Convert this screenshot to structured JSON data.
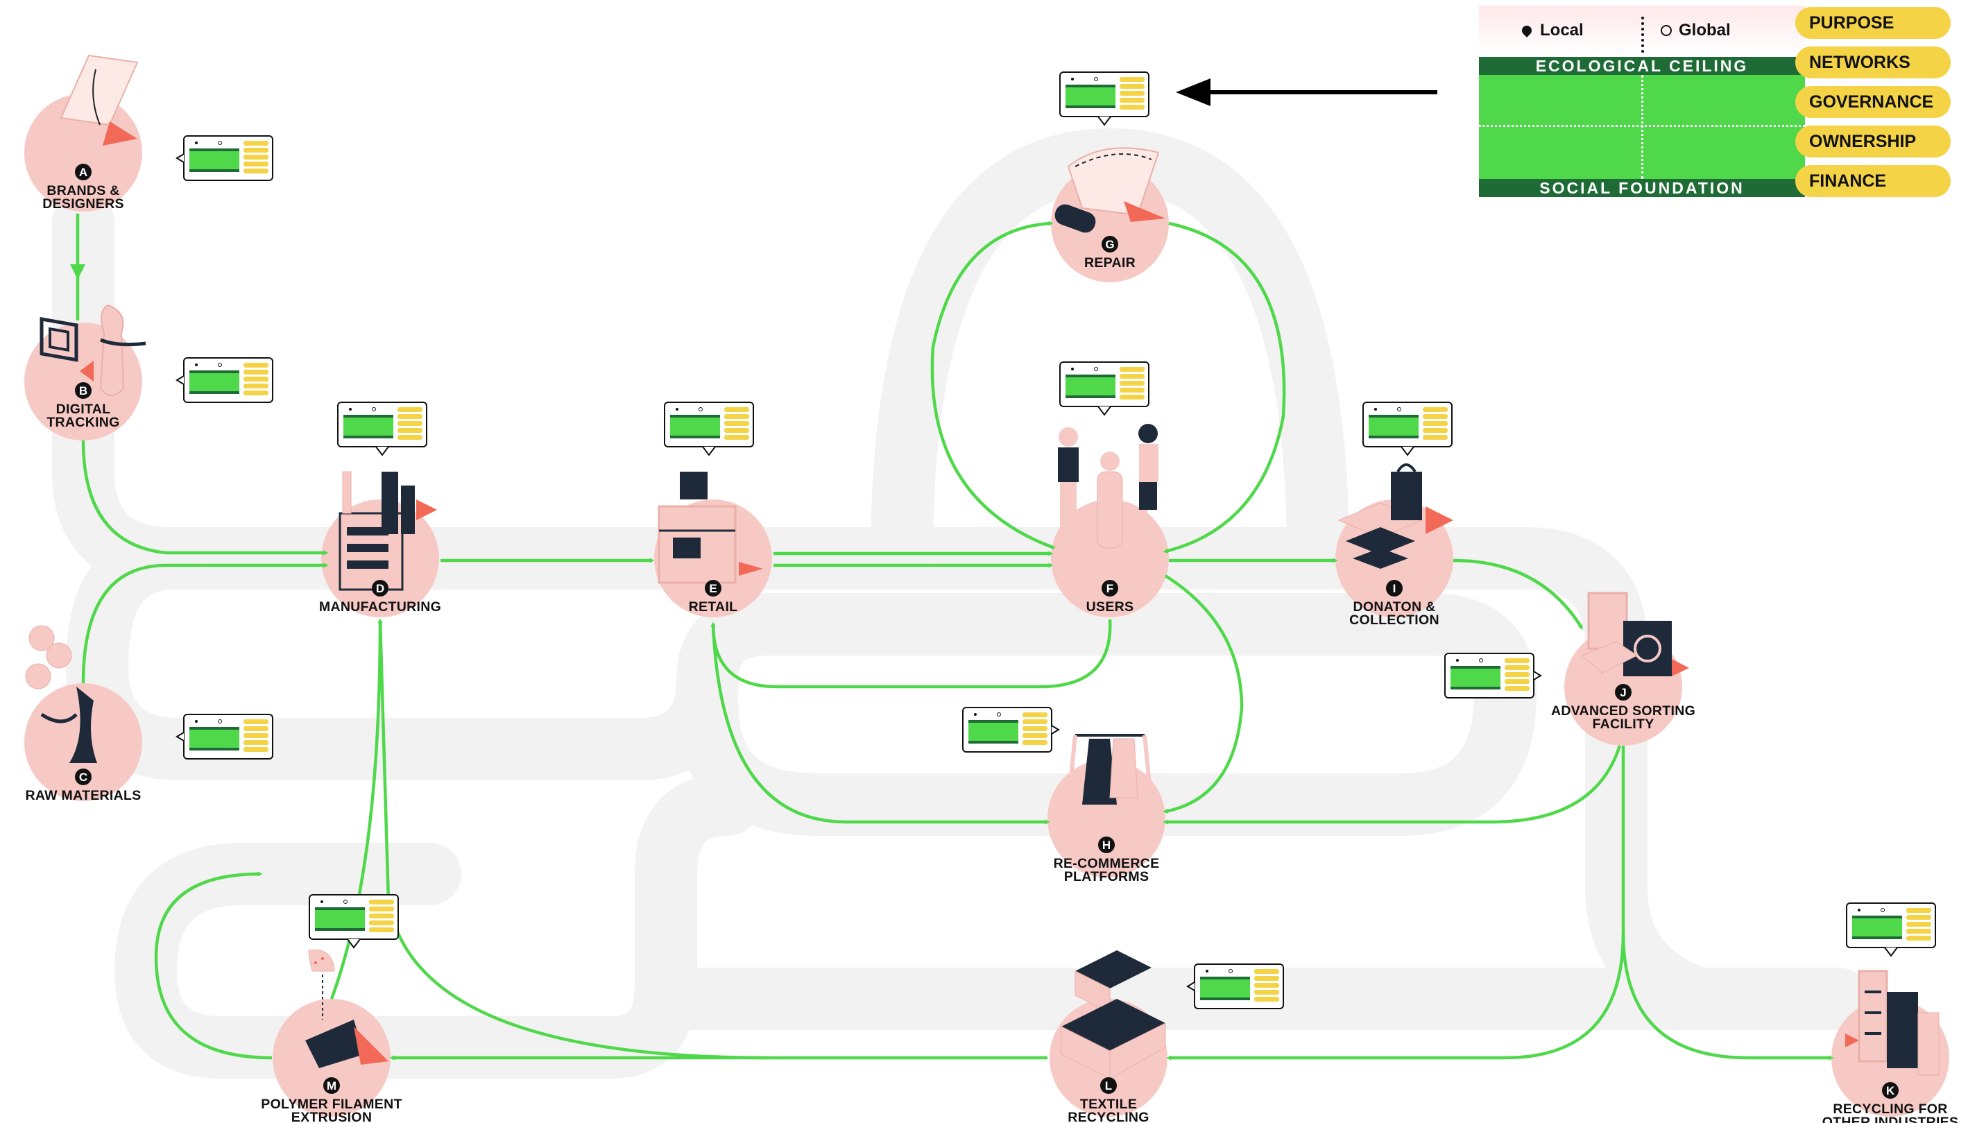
{
  "colors": {
    "flow": "#4fd84a",
    "track": "#f2f2f2",
    "node": "#f6c9c5",
    "accent": "#f26a57",
    "dark": "#1e2a3a",
    "ceiling_band": "#1e6b36",
    "space_green": "#4fd84a",
    "tag_yellow": "#f4d347"
  },
  "legend": {
    "local": "Local",
    "global": "Global",
    "local_icon": "map-pin-icon",
    "global_icon": "globe-icon",
    "ecological_ceiling": "ECOLOGICAL CEILING",
    "social_foundation": "SOCIAL FOUNDATION"
  },
  "categories": [
    "PURPOSE",
    "NETWORKS",
    "GOVERNANCE",
    "OWNERSHIP",
    "FINANCE"
  ],
  "nodes": [
    {
      "letter": "A",
      "label": [
        "BRANDS &",
        "DESIGNERS"
      ],
      "icon": "designer-sketch-icon"
    },
    {
      "letter": "B",
      "label": [
        "DIGITAL",
        "TRACKING"
      ],
      "icon": "tracking-tag-icon"
    },
    {
      "letter": "C",
      "label": [
        "RAW MATERIALS"
      ],
      "icon": "cotton-plant-icon"
    },
    {
      "letter": "D",
      "label": [
        "MANUFACTURING"
      ],
      "icon": "factory-icon"
    },
    {
      "letter": "E",
      "label": [
        "RETAIL"
      ],
      "icon": "store-icon"
    },
    {
      "letter": "F",
      "label": [
        "USERS"
      ],
      "icon": "people-icon"
    },
    {
      "letter": "G",
      "label": [
        "REPAIR"
      ],
      "icon": "sewing-needle-icon"
    },
    {
      "letter": "H",
      "label": [
        "RE-COMMERCE",
        "PLATFORMS"
      ],
      "icon": "clothing-rack-icon"
    },
    {
      "letter": "I",
      "label": [
        "DONATON &",
        "COLLECTION"
      ],
      "icon": "donation-bag-icon"
    },
    {
      "letter": "J",
      "label": [
        "ADVANCED SORTING",
        "FACILITY"
      ],
      "icon": "sorting-machine-icon"
    },
    {
      "letter": "K",
      "label": [
        "RECYCLING FOR",
        "OTHER INDUSTRIES"
      ],
      "icon": "city-buildings-icon"
    },
    {
      "letter": "L",
      "label": [
        "TEXTILE",
        "RECYCLING"
      ],
      "icon": "recycling-plant-icon"
    },
    {
      "letter": "M",
      "label": [
        "POLYMER FILAMENT",
        "EXTRUSION"
      ],
      "icon": "extruder-icon"
    }
  ]
}
